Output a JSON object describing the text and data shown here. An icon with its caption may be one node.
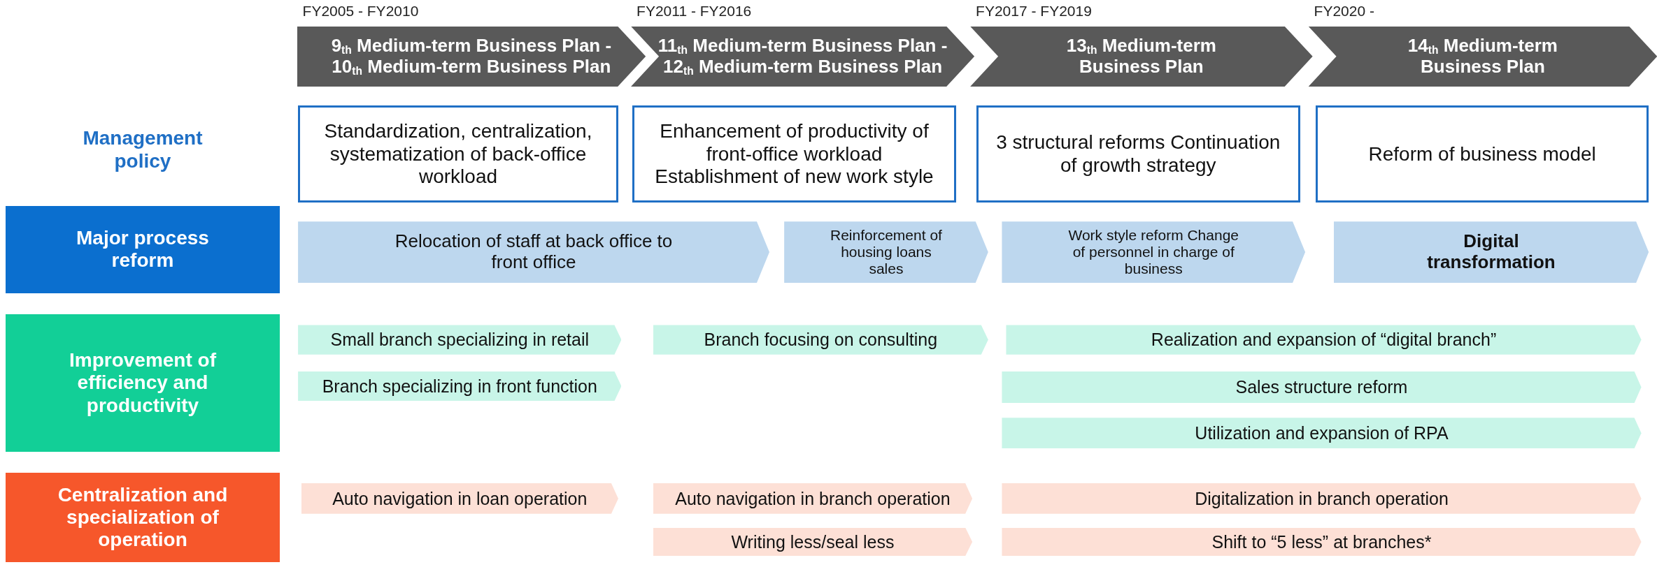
{
  "diagram": {
    "nodes": [
      {
        "text": [
          "9$_{th}$ Medium-term Business Plan - 10$_{th}$ Medium-term Business Plan"
        ],
        "beside": [
          "FY2005 - FY2010"
        ]
      },
      {
        "text": [
          "11$_{th}$ Medium-term Business Plan - 12$_{th}$ Medium-term Business Plan"
        ],
        "beside": [
          "FY2011 - FY2016"
        ]
      },
      {
        "text": [
          "13$_{th}$ Medium-term Business Plan"
        ],
        "beside": [
          "FY2017 - FY2019"
        ]
      },
      {
        "text": [
          "14$_{th}$ Medium-term Business Plan"
        ],
        "beside": [
          "FY2020 -"
        ]
      },
      {
        "text": [
          "Standardization, centralization, systematization of back-office workload"
        ]
      },
      {
        "text": [
          "Enhancement of productivity of front-office workload Establishment of new work style"
        ]
      },
      {
        "text": [
          "3 structural reforms Continuation of growth strategy"
        ]
      },
      {
        "text": [
          "Reform of business model"
        ]
      },
      {
        "text": [
          "Major process reform"
        ]
      },
      {
        "text": [
          "Relocation of staff at back office to front office"
        ]
      },
      {
        "text": [
          "Reinforcement of housing loans sales"
        ]
      },
      {
        "text": [
          "Work style reform Change of personnel in charge of business"
        ]
      },
      {
        "text": [
          "Digital transformation"
        ]
      },
      {
        "text": [
          "Improvement of efficiency and productivity"
        ]
      },
      {
        "text": [
          "Small branch specializing in retail"
        ]
      },
      {
        "text": [
          "Branch focusing on consulting"
        ]
      },
      {
        "text": [
          "Realization and expansion of “digital branch”"
        ]
      },
      {
        "text": [
          "Branch specializing in front function"
        ]
      },
      {
        "text": [
          "Sales structure reform"
        ]
      },
      {
        "text": [
          "Utilization and expansion of RPA"
        ]
      },
      {
        "text": [
          "Centralization and specialization of operation"
        ]
      },
      {
        "text": [
          "Auto navigation in loan operation"
        ]
      },
      {
        "text": [
          "Auto navigation in branch operation"
        ]
      },
      {
        "text": [
          "Digitalization in branch operation"
        ]
      },
      {
        "text": [
          "Writing less/seal less"
        ]
      },
      {
        "text": [
          "Shift to “5 less” at branches*"
        ]
      }
    ],
    "edges": [],
    "labels": [
      "Management policy"
    ]
  }
}
